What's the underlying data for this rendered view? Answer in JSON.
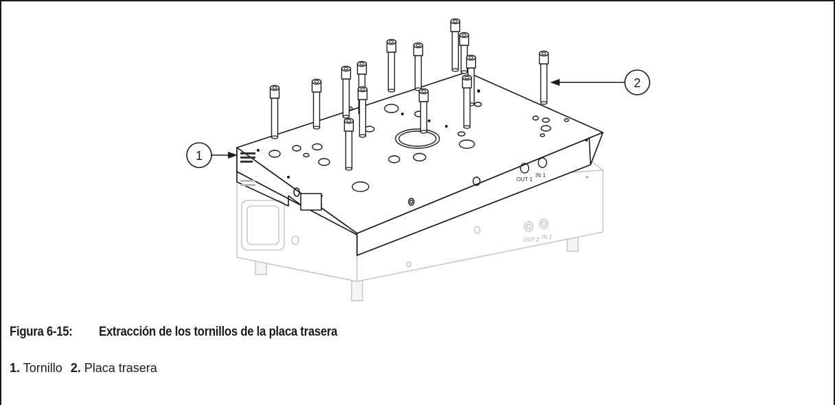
{
  "figure": {
    "number": "Figura 6-15:",
    "title": "Extracción de los tornillos de la placa trasera"
  },
  "legend": [
    {
      "num": "1.",
      "label": "Tornillo"
    },
    {
      "num": "2.",
      "label": "Placa trasera"
    }
  ],
  "callouts": [
    {
      "id": "1"
    },
    {
      "id": "2"
    }
  ],
  "drawing_marks": {
    "port_out_1": "OUT 1",
    "port_in_1": "IN 1",
    "port_out_2": "OUT 2",
    "port_in_2": "IN 2"
  }
}
